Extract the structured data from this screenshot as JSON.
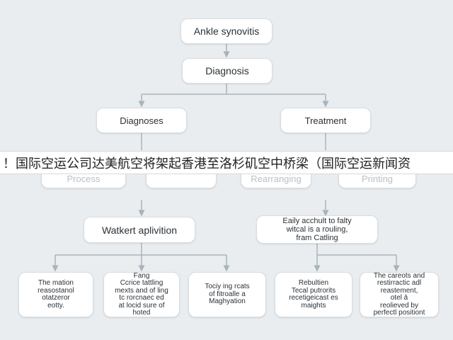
{
  "nodes": {
    "root": "Ankle synovitis",
    "diagnosis": "Diagnosis",
    "diagnoses": "Diagnoses",
    "treatment": "Treatment",
    "process": "Process",
    "rearranging": "Rearranging",
    "printing": "Printing",
    "watkert": "Watkert aplivition",
    "early": "Eaily acchult to falty\nwitcal is a rouling,\nfram Catling",
    "leaf1": "The mation\nreasostanol\notatzeror\neotty.",
    "leaf2": "Fang\nCcrice tattling\nmexts and of ling\ntc rorcnaec ed\nat locid sure of\nhoted",
    "leaf3": "Tociy ing rcats\nof fitroalle a\nMaghyation",
    "leaf4": "Rebultien\nTecal putrorits\nrecetigeicast es\nmaights",
    "leaf5": "The careots and\nrestirractic adl\nreastement,\notel ā\nreolieved by\nperfectl positiont"
  },
  "banner": {
    "text": "！国际空运公司达美航空将架起香港至洛杉矶空中桥梁（国际空运新闻资"
  },
  "colors": {
    "background": "#e9edf0",
    "node_fill": "#ffffff",
    "connector": "#a9b3ba"
  }
}
